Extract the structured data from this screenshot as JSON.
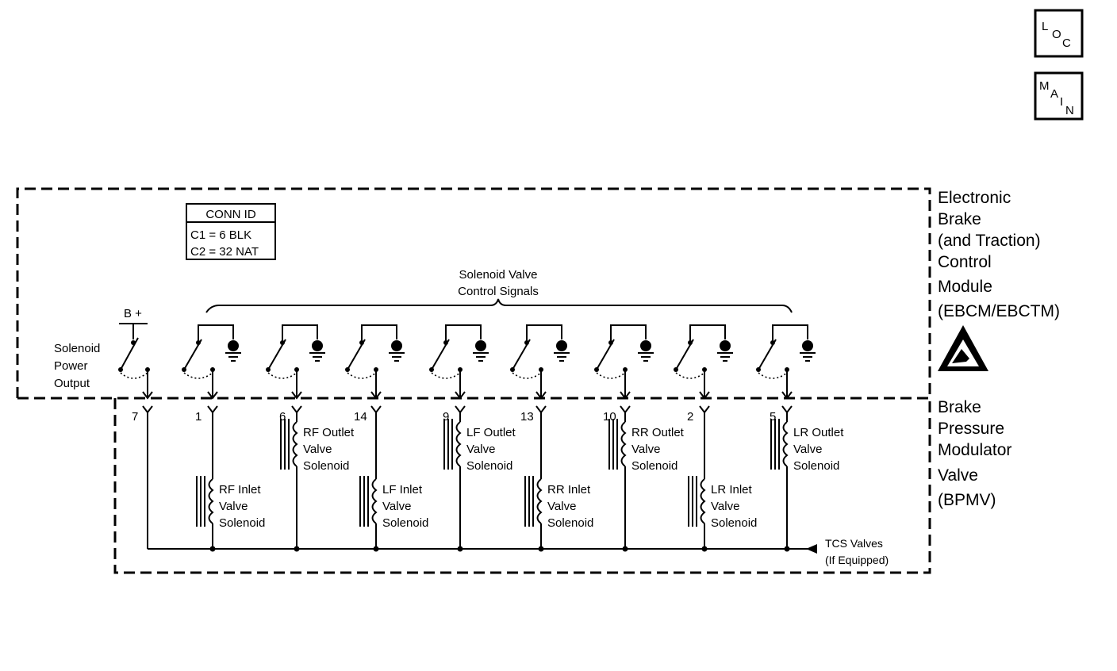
{
  "nav": {
    "loc": {
      "l1": "L",
      "l2": "O",
      "l3": "C"
    },
    "main": {
      "l1": "M",
      "l2": "A",
      "l3": "I",
      "l4": "N"
    }
  },
  "conn_id": {
    "title": "CONN ID",
    "line1": "C1 = 6 BLK",
    "line2": "C2 = 32 NAT"
  },
  "signals_label": {
    "line1": "Solenoid Valve",
    "line2": "Control Signals"
  },
  "bplus": "B +",
  "power_output": {
    "line1": "Solenoid",
    "line2": "Power",
    "line3": "Output"
  },
  "ebcm_label": [
    "Electronic",
    "Brake",
    "(and Traction)",
    "Control",
    "Module",
    "(EBCM/EBCTM)"
  ],
  "bpmv_label": [
    "Brake",
    "Pressure",
    "Modulator",
    "Valve",
    "(BPMV)"
  ],
  "pins": [
    "7",
    "1",
    "6",
    "14",
    "9",
    "13",
    "10",
    "2",
    "5"
  ],
  "solenoids": [
    {
      "pin": "1",
      "name": [
        "RF Inlet",
        "Valve",
        "Solenoid"
      ]
    },
    {
      "pin": "6",
      "name": [
        "RF Outlet",
        "Valve",
        "Solenoid"
      ]
    },
    {
      "pin": "14",
      "name": [
        "LF Inlet",
        "Valve",
        "Solenoid"
      ]
    },
    {
      "pin": "9",
      "name": [
        "LF Outlet",
        "Valve",
        "Solenoid"
      ]
    },
    {
      "pin": "13",
      "name": [
        "RR Inlet",
        "Valve",
        "Solenoid"
      ]
    },
    {
      "pin": "10",
      "name": [
        "RR Outlet",
        "Valve",
        "Solenoid"
      ]
    },
    {
      "pin": "2",
      "name": [
        "LR Inlet",
        "Valve",
        "Solenoid"
      ]
    },
    {
      "pin": "5",
      "name": [
        "LR Outlet",
        "Valve",
        "Solenoid"
      ]
    }
  ],
  "tcs": {
    "line1": "TCS Valves",
    "line2": "(If Equipped)"
  }
}
